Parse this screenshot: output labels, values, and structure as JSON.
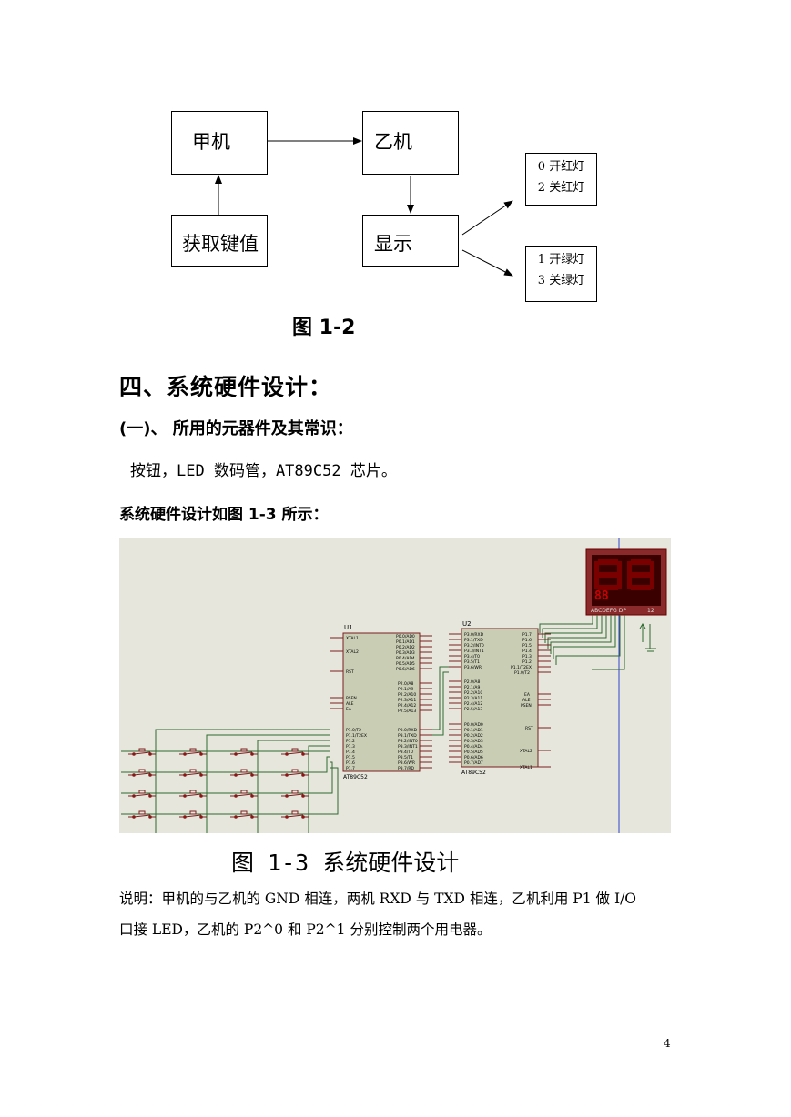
{
  "flow": {
    "boxes": {
      "jiaji": "甲机",
      "yiji": "乙机",
      "get_key": "获取键值",
      "display": "显示"
    },
    "red_box": {
      "line1": "0 开红灯",
      "line2": "2 关红灯"
    },
    "green_box": {
      "line1": "1 开绿灯",
      "line2": "3 关绿灯"
    },
    "figure_title": "图 1-2"
  },
  "section": {
    "heading": "四、系统硬件设计：",
    "subheading": "(一)、  所用的元器件及其常识：",
    "components": "按钮，LED 数码管，AT89C52 芯片。",
    "intro": "系统硬件设计如图 1-3 所示："
  },
  "circuit": {
    "u1_label": "U1",
    "u2_label": "U2",
    "u1_part": "AT89C52",
    "u2_part": "AT89C52",
    "display_pins": "ABCDEFG DP",
    "display_pins2": "12"
  },
  "caption": "图 1-3  系统硬件设计",
  "note": {
    "line1": "说明：甲机的与乙机的 GND 相连，两机 RXD 与 TXD 相连，乙机利用 P1 做 I/O",
    "line2": "口接 LED，乙机的 P2^0 和 P2^1 分别控制两个用电器。"
  },
  "page_number": "4",
  "colors": {
    "circuit_bg": "#e6e6dc",
    "chip_fill": "#c8cdb4",
    "wire_green": "#2e6b2e",
    "led_red": "#b00000",
    "led_bg": "#3a0000"
  }
}
